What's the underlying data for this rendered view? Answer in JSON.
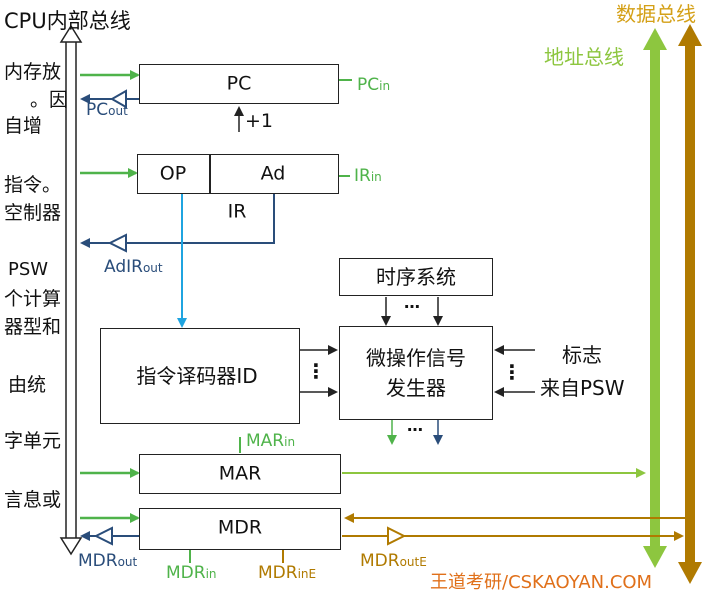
{
  "title": "CPU内部总线",
  "bus_labels": {
    "data_bus": "数据总线",
    "address_bus": "地址总线"
  },
  "left_fragments": [
    "内存放",
    "。因",
    "自增",
    "指令。",
    "空制器",
    "PSW",
    "个计算",
    "器型和",
    "由统",
    "字单元",
    "言息或"
  ],
  "boxes": {
    "pc": "PC",
    "op": "OP",
    "ad": "Ad",
    "ir": "IR",
    "timing": "时序系统",
    "decoder": "指令译码器ID",
    "micro_gen": [
      "微操作信号",
      "发生器"
    ],
    "mar": "MAR",
    "mdr": "MDR"
  },
  "signals": {
    "pc_in": {
      "main": "PC",
      "sub": "in"
    },
    "pc_out": {
      "main": "PC",
      "sub": "out"
    },
    "plus_one": "+1",
    "ir_in": {
      "main": "IR",
      "sub": "in"
    },
    "adir_out": {
      "main": "AdIR",
      "sub": "out"
    },
    "mar_in": {
      "main": "MAR",
      "sub": "in"
    },
    "mdr_out": {
      "main": "MDR",
      "sub": "out"
    },
    "mdr_in": {
      "main": "MDR",
      "sub": "in"
    },
    "mdr_in_e": {
      "main": "MDR",
      "sub": "inE"
    },
    "mdr_out_e": {
      "main": "MDR",
      "sub": "outE"
    }
  },
  "flags": [
    "标志",
    "来自PSW"
  ],
  "dots": {
    "vertical": "⋮",
    "horizontal": "…"
  },
  "watermark": "王道考研/CSKAOYAN.COM",
  "colors": {
    "green": "#4fb34a",
    "navy": "#2a4d7a",
    "cyan": "#1fa4e0",
    "light_green": "#8dc63f",
    "brown": "#b07a00"
  }
}
